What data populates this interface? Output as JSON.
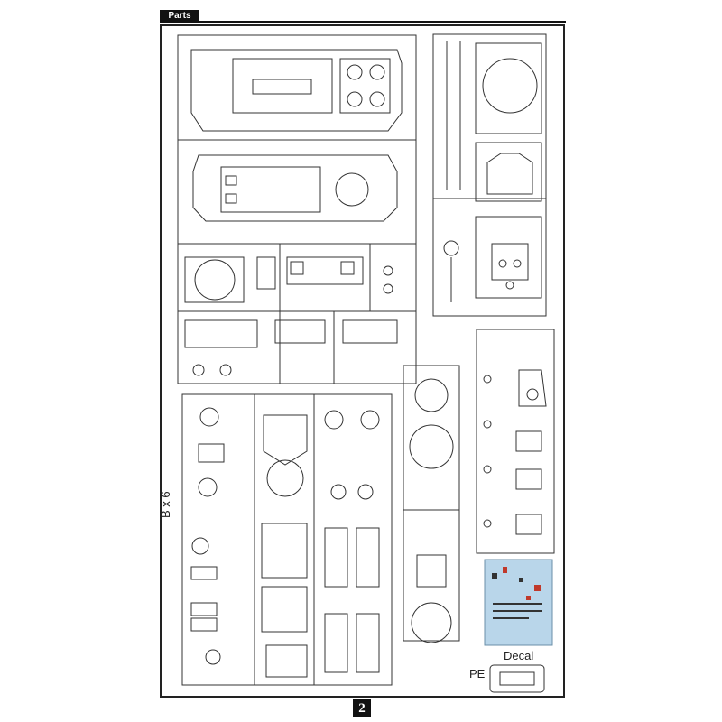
{
  "header": {
    "label": "Parts"
  },
  "sprues": {
    "b_label": "B x 6",
    "decal_label": "Decal",
    "pe_label": "PE"
  },
  "footer": {
    "page_number": "2"
  },
  "colors": {
    "decal_sheet": "#b9d6ea",
    "line": "#333333",
    "header_bg": "#111111"
  }
}
